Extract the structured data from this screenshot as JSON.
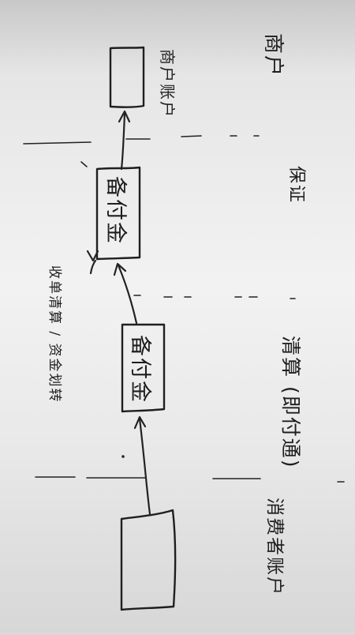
{
  "diagram": {
    "columns": {
      "merchant": "商户",
      "merchant_account": "商户账户",
      "deposit": "保证",
      "settlement": "清算 (即付通)",
      "cardholder": "消费者账户"
    },
    "flows": {
      "box_upper": "备付金",
      "box_lower": "备付金",
      "note": "收单清算 / 资金划转"
    }
  }
}
